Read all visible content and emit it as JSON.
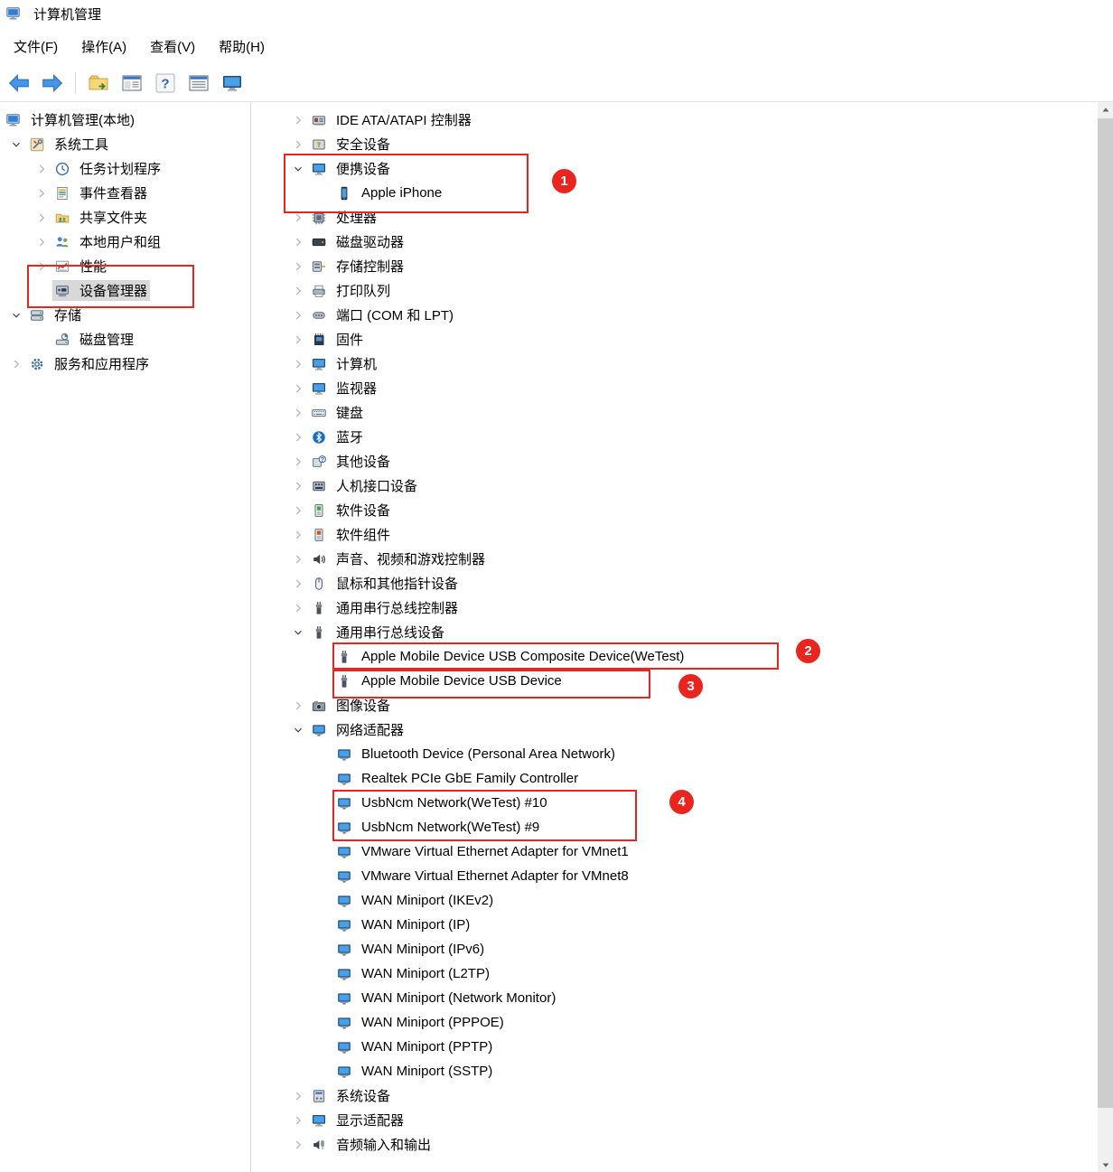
{
  "window": {
    "title": "计算机管理"
  },
  "menu_bar": {
    "items": [
      {
        "label": "文件(F)"
      },
      {
        "label": "操作(A)"
      },
      {
        "label": "查看(V)"
      },
      {
        "label": "帮助(H)"
      }
    ]
  },
  "toolbar": {
    "buttons": [
      {
        "name": "back",
        "icon": "back"
      },
      {
        "name": "forward",
        "icon": "forward"
      },
      {
        "name": "show-console-tree",
        "icon": "console-tree"
      },
      {
        "name": "show-action-pane",
        "icon": "window-panes"
      },
      {
        "name": "help",
        "icon": "help"
      },
      {
        "name": "export-list",
        "icon": "list-window"
      },
      {
        "name": "remote-monitor",
        "icon": "monitor-action"
      }
    ]
  },
  "console_tree": {
    "items": [
      {
        "label": "计算机管理(本地)",
        "icon": "computer-mgmt",
        "level": 0,
        "expand": "none",
        "selected": false
      },
      {
        "label": "系统工具",
        "icon": "tools",
        "level": 1,
        "expand": "open",
        "selected": false
      },
      {
        "label": "任务计划程序",
        "icon": "scheduler",
        "level": 2,
        "expand": "closed",
        "selected": false
      },
      {
        "label": "事件查看器",
        "icon": "event-viewer",
        "level": 2,
        "expand": "closed",
        "selected": false
      },
      {
        "label": "共享文件夹",
        "icon": "shared-folders",
        "level": 2,
        "expand": "closed",
        "selected": false
      },
      {
        "label": "本地用户和组",
        "icon": "users",
        "level": 2,
        "expand": "closed",
        "selected": false
      },
      {
        "label": "性能",
        "icon": "performance",
        "level": 2,
        "expand": "closed",
        "selected": false
      },
      {
        "label": "设备管理器",
        "icon": "device-manager",
        "level": 2,
        "expand": "none",
        "selected": true
      },
      {
        "label": "存储",
        "icon": "storage",
        "level": 1,
        "expand": "open",
        "selected": false
      },
      {
        "label": "磁盘管理",
        "icon": "disk-mgmt",
        "level": 2,
        "expand": "none",
        "selected": false
      },
      {
        "label": "服务和应用程序",
        "icon": "services",
        "level": 1,
        "expand": "closed",
        "selected": false
      }
    ]
  },
  "device_tree": {
    "items": [
      {
        "label": "IDE ATA/ATAPI 控制器",
        "icon": "ide",
        "level": 0,
        "expand": "closed"
      },
      {
        "label": "安全设备",
        "icon": "security",
        "level": 0,
        "expand": "closed"
      },
      {
        "label": "便携设备",
        "icon": "portable",
        "level": 0,
        "expand": "open"
      },
      {
        "label": "Apple iPhone",
        "icon": "phone",
        "level": 1,
        "expand": "none"
      },
      {
        "label": "处理器",
        "icon": "processor",
        "level": 0,
        "expand": "closed"
      },
      {
        "label": "磁盘驱动器",
        "icon": "disk",
        "level": 0,
        "expand": "closed"
      },
      {
        "label": "存储控制器",
        "icon": "storage-ctrl",
        "level": 0,
        "expand": "closed"
      },
      {
        "label": "打印队列",
        "icon": "printer",
        "level": 0,
        "expand": "closed"
      },
      {
        "label": "端口 (COM 和 LPT)",
        "icon": "ports",
        "level": 0,
        "expand": "closed"
      },
      {
        "label": "固件",
        "icon": "firmware",
        "level": 0,
        "expand": "closed"
      },
      {
        "label": "计算机",
        "icon": "computer",
        "level": 0,
        "expand": "closed"
      },
      {
        "label": "监视器",
        "icon": "monitor",
        "level": 0,
        "expand": "closed"
      },
      {
        "label": "键盘",
        "icon": "keyboard",
        "level": 0,
        "expand": "closed"
      },
      {
        "label": "蓝牙",
        "icon": "bluetooth",
        "level": 0,
        "expand": "closed"
      },
      {
        "label": "其他设备",
        "icon": "other",
        "level": 0,
        "expand": "closed"
      },
      {
        "label": "人机接口设备",
        "icon": "hid",
        "level": 0,
        "expand": "closed"
      },
      {
        "label": "软件设备",
        "icon": "software-device",
        "level": 0,
        "expand": "closed"
      },
      {
        "label": "软件组件",
        "icon": "software-comp",
        "level": 0,
        "expand": "closed"
      },
      {
        "label": "声音、视频和游戏控制器",
        "icon": "sound",
        "level": 0,
        "expand": "closed"
      },
      {
        "label": "鼠标和其他指针设备",
        "icon": "mouse",
        "level": 0,
        "expand": "closed"
      },
      {
        "label": "通用串行总线控制器",
        "icon": "usb",
        "level": 0,
        "expand": "closed"
      },
      {
        "label": "通用串行总线设备",
        "icon": "usb",
        "level": 0,
        "expand": "open"
      },
      {
        "label": "Apple Mobile Device USB Composite Device(WeTest)",
        "icon": "usb",
        "level": 1,
        "expand": "none"
      },
      {
        "label": "Apple Mobile Device USB Device",
        "icon": "usb",
        "level": 1,
        "expand": "none"
      },
      {
        "label": "图像设备",
        "icon": "imaging",
        "level": 0,
        "expand": "closed"
      },
      {
        "label": "网络适配器",
        "icon": "network",
        "level": 0,
        "expand": "open"
      },
      {
        "label": "Bluetooth Device (Personal Area Network)",
        "icon": "network",
        "level": 1,
        "expand": "none"
      },
      {
        "label": "Realtek PCIe GbE Family Controller",
        "icon": "network",
        "level": 1,
        "expand": "none"
      },
      {
        "label": "UsbNcm Network(WeTest) #10",
        "icon": "network",
        "level": 1,
        "expand": "none"
      },
      {
        "label": "UsbNcm Network(WeTest) #9",
        "icon": "network",
        "level": 1,
        "expand": "none"
      },
      {
        "label": "VMware Virtual Ethernet Adapter for VMnet1",
        "icon": "network",
        "level": 1,
        "expand": "none"
      },
      {
        "label": "VMware Virtual Ethernet Adapter for VMnet8",
        "icon": "network",
        "level": 1,
        "expand": "none"
      },
      {
        "label": "WAN Miniport (IKEv2)",
        "icon": "network",
        "level": 1,
        "expand": "none"
      },
      {
        "label": "WAN Miniport (IP)",
        "icon": "network",
        "level": 1,
        "expand": "none"
      },
      {
        "label": "WAN Miniport (IPv6)",
        "icon": "network",
        "level": 1,
        "expand": "none"
      },
      {
        "label": "WAN Miniport (L2TP)",
        "icon": "network",
        "level": 1,
        "expand": "none"
      },
      {
        "label": "WAN Miniport (Network Monitor)",
        "icon": "network",
        "level": 1,
        "expand": "none"
      },
      {
        "label": "WAN Miniport (PPPOE)",
        "icon": "network",
        "level": 1,
        "expand": "none"
      },
      {
        "label": "WAN Miniport (PPTP)",
        "icon": "network",
        "level": 1,
        "expand": "none"
      },
      {
        "label": "WAN Miniport (SSTP)",
        "icon": "network",
        "level": 1,
        "expand": "none"
      },
      {
        "label": "系统设备",
        "icon": "system",
        "level": 0,
        "expand": "closed"
      },
      {
        "label": "显示适配器",
        "icon": "display",
        "level": 0,
        "expand": "closed"
      },
      {
        "label": "音频输入和输出",
        "icon": "audio",
        "level": 0,
        "expand": "closed"
      }
    ]
  },
  "annotations": {
    "color": "#e8251f",
    "badges": [
      {
        "number": "1"
      },
      {
        "number": "2"
      },
      {
        "number": "3"
      },
      {
        "number": "4"
      }
    ]
  }
}
